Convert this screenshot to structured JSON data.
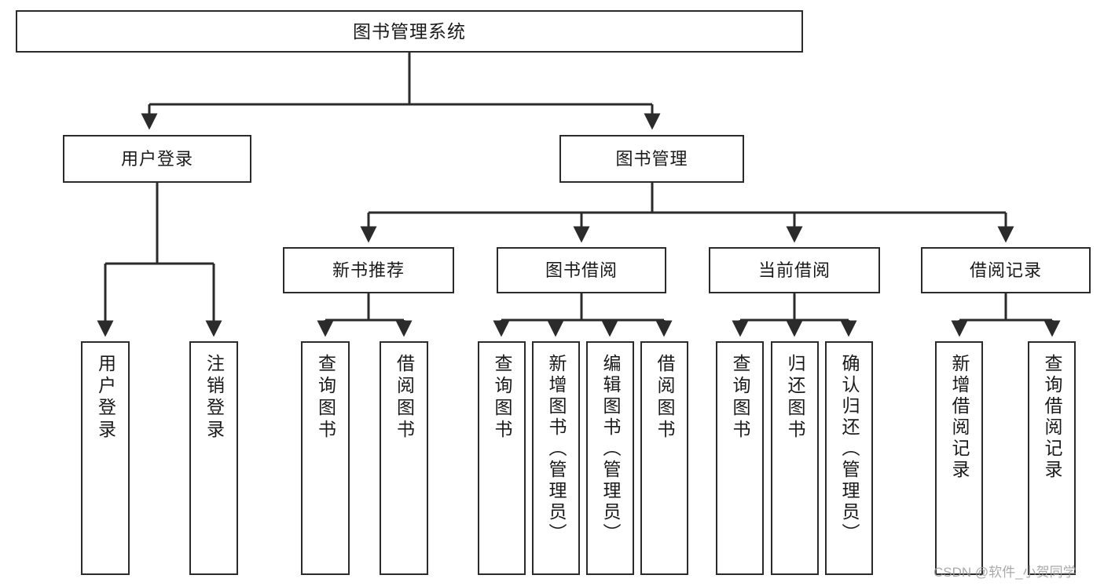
{
  "diagram": {
    "title": "图书管理系统",
    "type": "tree-hierarchy",
    "root": {
      "label": "图书管理系统",
      "children": [
        {
          "label": "用户登录",
          "children": [
            {
              "label": "用户登录"
            },
            {
              "label": "注销登录"
            }
          ]
        },
        {
          "label": "图书管理",
          "children": [
            {
              "label": "新书推荐",
              "children": [
                {
                  "label": "查询图书"
                },
                {
                  "label": "借阅图书"
                }
              ]
            },
            {
              "label": "图书借阅",
              "children": [
                {
                  "label": "查询图书"
                },
                {
                  "label": "新增图书（管理员）"
                },
                {
                  "label": "编辑图书（管理员）"
                },
                {
                  "label": "借阅图书"
                }
              ]
            },
            {
              "label": "当前借阅",
              "children": [
                {
                  "label": "查询图书"
                },
                {
                  "label": "归还图书"
                },
                {
                  "label": "确认归还（管理员）"
                }
              ]
            },
            {
              "label": "借阅记录",
              "children": [
                {
                  "label": "新增借阅记录"
                },
                {
                  "label": "查询借阅记录"
                }
              ]
            }
          ]
        }
      ]
    }
  },
  "nodes": {
    "root": "图书管理系统",
    "l2_user_login": "用户登录",
    "l2_book_manage": "图书管理",
    "l3_new_book": "新书推荐",
    "l3_borrow": "图书借阅",
    "l3_current": "当前借阅",
    "l3_record": "借阅记录",
    "leaf_user_login": "用户登录",
    "leaf_logout": "注销登录",
    "leaf_nb_query": "查询图书",
    "leaf_nb_borrow": "借阅图书",
    "leaf_bw_query": "查询图书",
    "leaf_bw_add": "新增图书（管理员）",
    "leaf_bw_edit": "编辑图书（管理员）",
    "leaf_bw_borrow": "借阅图书",
    "leaf_cur_query": "查询图书",
    "leaf_cur_return": "归还图书",
    "leaf_cur_confirm": "确认归还（管理员）",
    "leaf_rec_add": "新增借阅记录",
    "leaf_rec_query": "查询借阅记录"
  },
  "watermark": {
    "text": "CSDN @软件_小贺同学"
  },
  "colors": {
    "stroke": "#2b2b2b",
    "fill": "#ffffff",
    "text": "#1a1a1a",
    "watermark": "#9b9b9b"
  }
}
